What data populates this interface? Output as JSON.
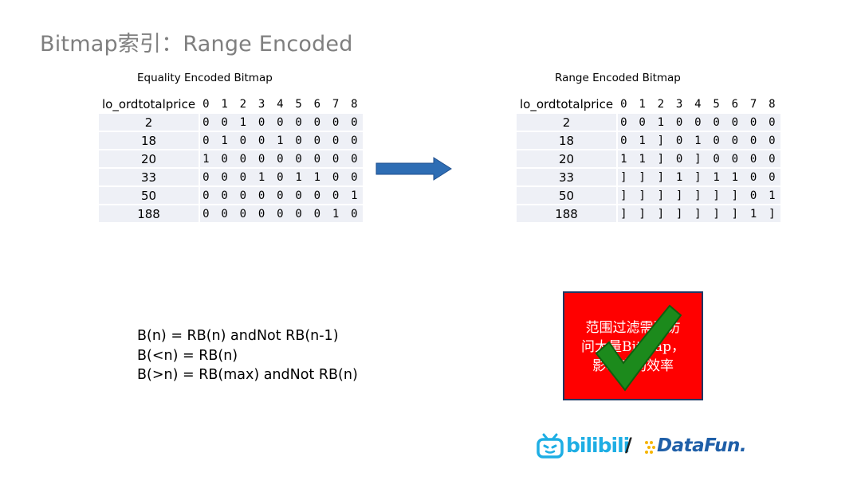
{
  "title": "Bitmap索引：Range Encoded",
  "equality": {
    "caption": "Equality Encoded Bitmap",
    "header": {
      "name": "lo_ordtotalprice",
      "bits": "0 1 2 3 4 5 6 7 8"
    },
    "rows": [
      {
        "name": "2",
        "bits": "0 0 1 0 0 0 0 0 0"
      },
      {
        "name": "18",
        "bits": "0 1 0 0 1 0 0 0 0"
      },
      {
        "name": "20",
        "bits": "1 0 0 0 0 0 0 0 0"
      },
      {
        "name": "33",
        "bits": "0 0 0 1 0 1 1 0 0"
      },
      {
        "name": "50",
        "bits": "0 0 0 0 0 0 0 0 1"
      },
      {
        "name": "188",
        "bits": "0 0 0 0 0 0 0 1 0"
      }
    ]
  },
  "range": {
    "caption": "Range Encoded Bitmap",
    "header": {
      "name": "lo_ordtotalprice",
      "bits": "0 1 2 3 4 5 6 7 8"
    },
    "rows": [
      {
        "name": "2",
        "bits": "0 0 1 0 0 0 0 0 0"
      },
      {
        "name": "18",
        "bits": "0 1 ] 0 1 0 0 0 0"
      },
      {
        "name": "20",
        "bits": "1 1 ] 0 ] 0 0 0 0"
      },
      {
        "name": "33",
        "bits": "] ] ] 1 ] 1 1 0 0"
      },
      {
        "name": "50",
        "bits": "] ] ] ] ] ] ] 0 1"
      },
      {
        "name": "188",
        "bits": "] ] ] ] ] ] ] 1 ]"
      }
    ]
  },
  "formulas": [
    "B(n) = RB(n) andNot RB(n-1)",
    "B(<n) = RB(n)",
    "B(>n) = RB(max) andNot RB(n)"
  ],
  "note": {
    "lines": [
      "范围过滤需要访",
      "问大量Bitmap，",
      "影响查询效率"
    ],
    "bg_color": "#ff0000",
    "icon": "checkmark-icon"
  },
  "logos": {
    "bilibili": "bilibili",
    "slash": "/",
    "datafun": "DataFun."
  },
  "colors": {
    "arrow": "#2e6db4",
    "cell_bg": "#eef0f6",
    "title": "#7f7f7f"
  }
}
